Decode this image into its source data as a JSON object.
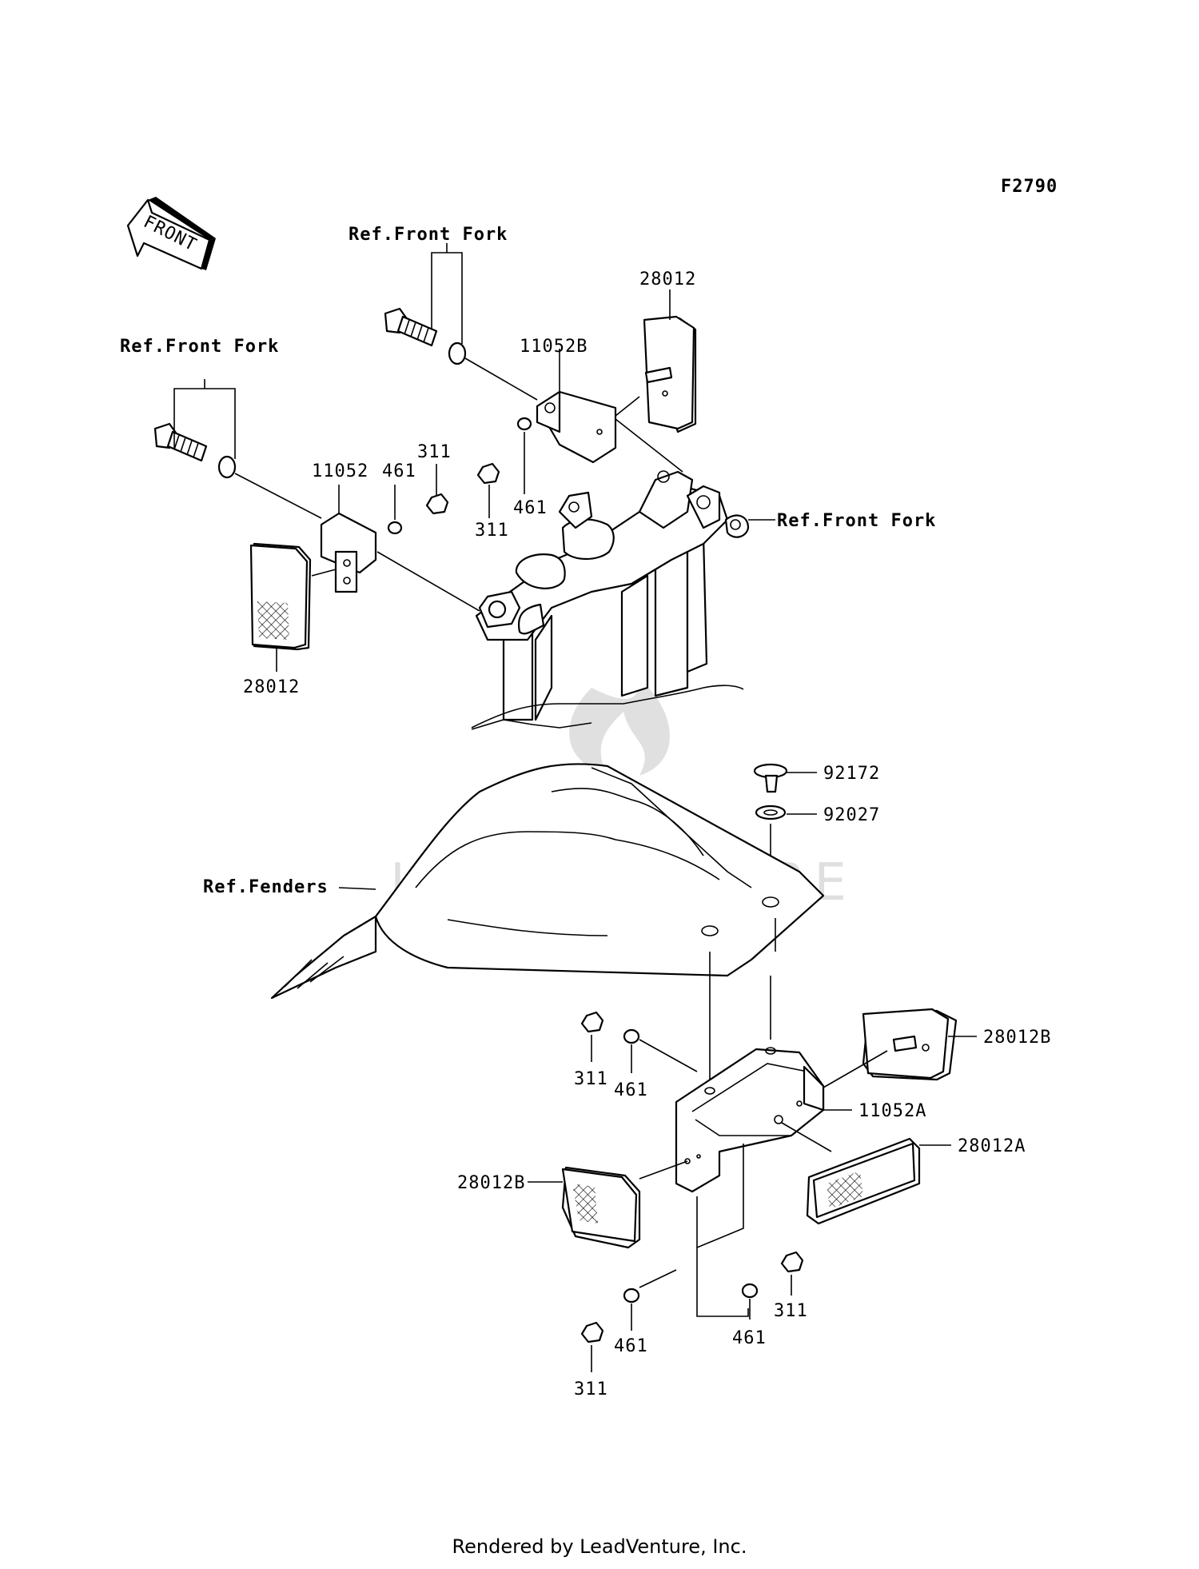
{
  "diagram_code": "F2790",
  "front_arrow_text": "FRONT",
  "watermark_text": "LEADVENTURE",
  "footer": "Rendered by LeadVenture, Inc.",
  "labels": {
    "ref_front_fork_top": "Ref.Front Fork",
    "ref_front_fork_left": "Ref.Front Fork",
    "ref_front_fork_right": "Ref.Front Fork",
    "ref_fenders": "Ref.Fenders",
    "p28012_top": "28012",
    "p28012_left": "28012",
    "p11052B": "11052B",
    "p11052": "11052",
    "p461_a": "461",
    "p311_a": "311",
    "p311_b": "311",
    "p461_b": "461",
    "p92172": "92172",
    "p92027": "92027",
    "p311_c": "311",
    "p461_c": "461",
    "p28012B_right": "28012B",
    "p11052A": "11052A",
    "p28012A": "28012A",
    "p28012B_left": "28012B",
    "p461_d": "461",
    "p461_e": "461",
    "p311_d": "311",
    "p311_e": "311"
  }
}
